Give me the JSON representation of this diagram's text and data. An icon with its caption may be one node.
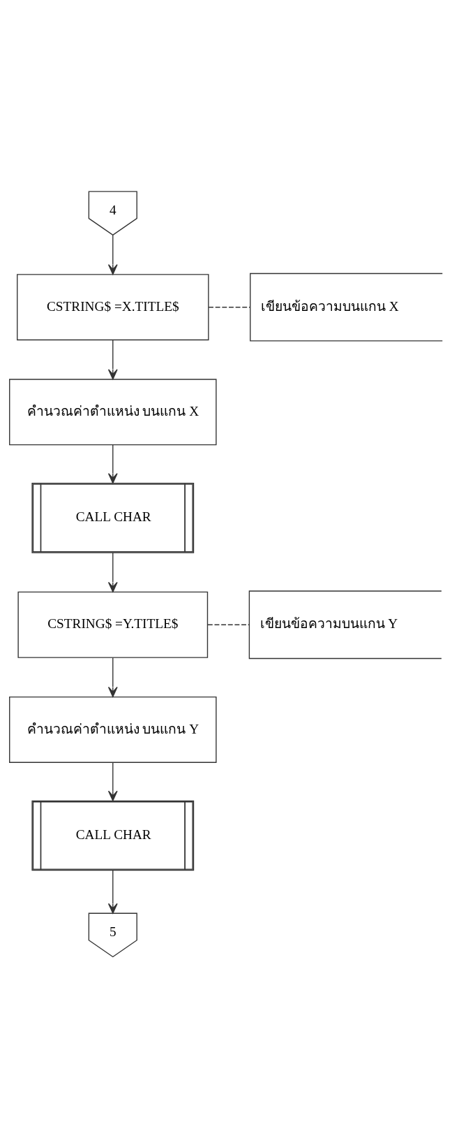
{
  "diagram": {
    "nodes": [
      {
        "text": [
          "4"
        ]
      },
      {
        "text": [
          "CSTRING$ =X.TITLE$"
        ]
      },
      {
        "text": [
          "เขียนข้อความบนแกน X"
        ]
      },
      {
        "text": [
          "คำนวณค่าตำแหน่ง บนแกน X"
        ]
      },
      {
        "text": [
          "CALL CHAR"
        ]
      },
      {
        "text": [
          "CSTRING$ =Y.TITLE$"
        ]
      },
      {
        "text": [
          "เขียนข้อความบนแกน Y"
        ]
      },
      {
        "text": [
          "คำนวณค่าตำแหน่ง บนแกน Y"
        ]
      },
      {
        "text": [
          "CALL CHAR"
        ]
      },
      {
        "text": [
          "5"
        ]
      }
    ],
    "edges": [
      {
        "from": 0,
        "to": 1,
        "arrow": "to"
      },
      {
        "from": 1,
        "to": 2,
        "arrow": "none",
        "style": "dashed"
      },
      {
        "from": 1,
        "to": 3,
        "arrow": "to"
      },
      {
        "from": 3,
        "to": 4,
        "arrow": "to"
      },
      {
        "from": 4,
        "to": 5,
        "arrow": "to"
      },
      {
        "from": 5,
        "to": 6,
        "arrow": "none",
        "style": "dashed"
      },
      {
        "from": 5,
        "to": 7,
        "arrow": "to"
      },
      {
        "from": 7,
        "to": 8,
        "arrow": "to"
      },
      {
        "from": 8,
        "to": 9,
        "arrow": "to"
      }
    ]
  }
}
